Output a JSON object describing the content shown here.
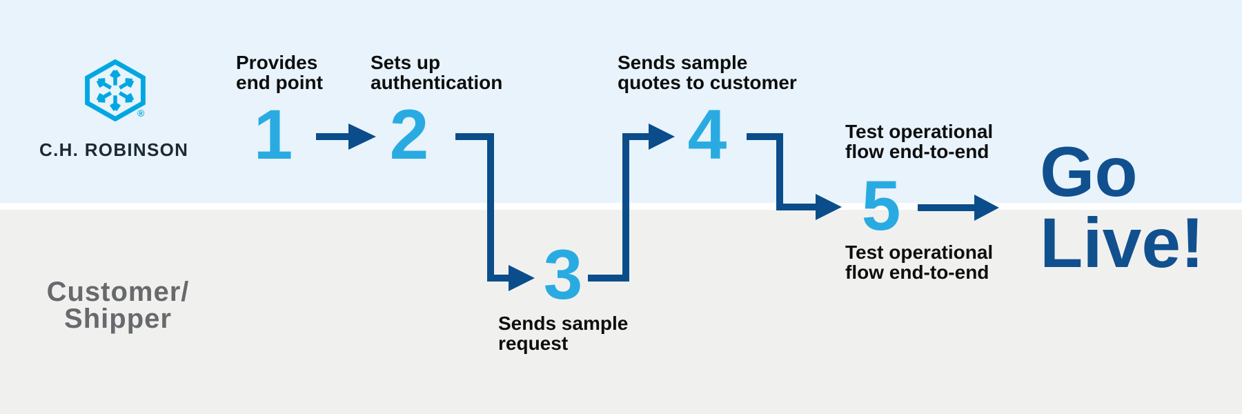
{
  "brand": {
    "wordmark": "C.H. ROBINSON",
    "registered": "®"
  },
  "lanes": {
    "bottom_label_lines": [
      "Customer/",
      "Shipper"
    ]
  },
  "steps": [
    {
      "number": "1",
      "label_lines": [
        "Provides",
        "end point"
      ]
    },
    {
      "number": "2",
      "label_lines": [
        "Sets up",
        "authentication"
      ]
    },
    {
      "number": "3",
      "label_lines": [
        "Sends sample",
        "request"
      ]
    },
    {
      "number": "4",
      "label_lines": [
        "Sends sample",
        "quotes to customer"
      ]
    },
    {
      "number": "5",
      "label_top_lines": [
        "Test operational",
        "flow end-to-end"
      ],
      "label_bottom_lines": [
        "Test operational",
        "flow end-to-end"
      ]
    }
  ],
  "finale": {
    "lines": [
      "Go",
      "Live!"
    ]
  },
  "colors": {
    "lane_top_bg": "#e8f3fb",
    "lane_bottom_bg": "#f0f1ef",
    "divider": "#ffffff",
    "step_number": "#29abe2",
    "connector": "#0b4d8a",
    "go_live": "#11508f",
    "label": "#0e0e0e",
    "lane_label": "#67696c",
    "logo": "#00a7e1",
    "wordmark": "#1c2933"
  }
}
